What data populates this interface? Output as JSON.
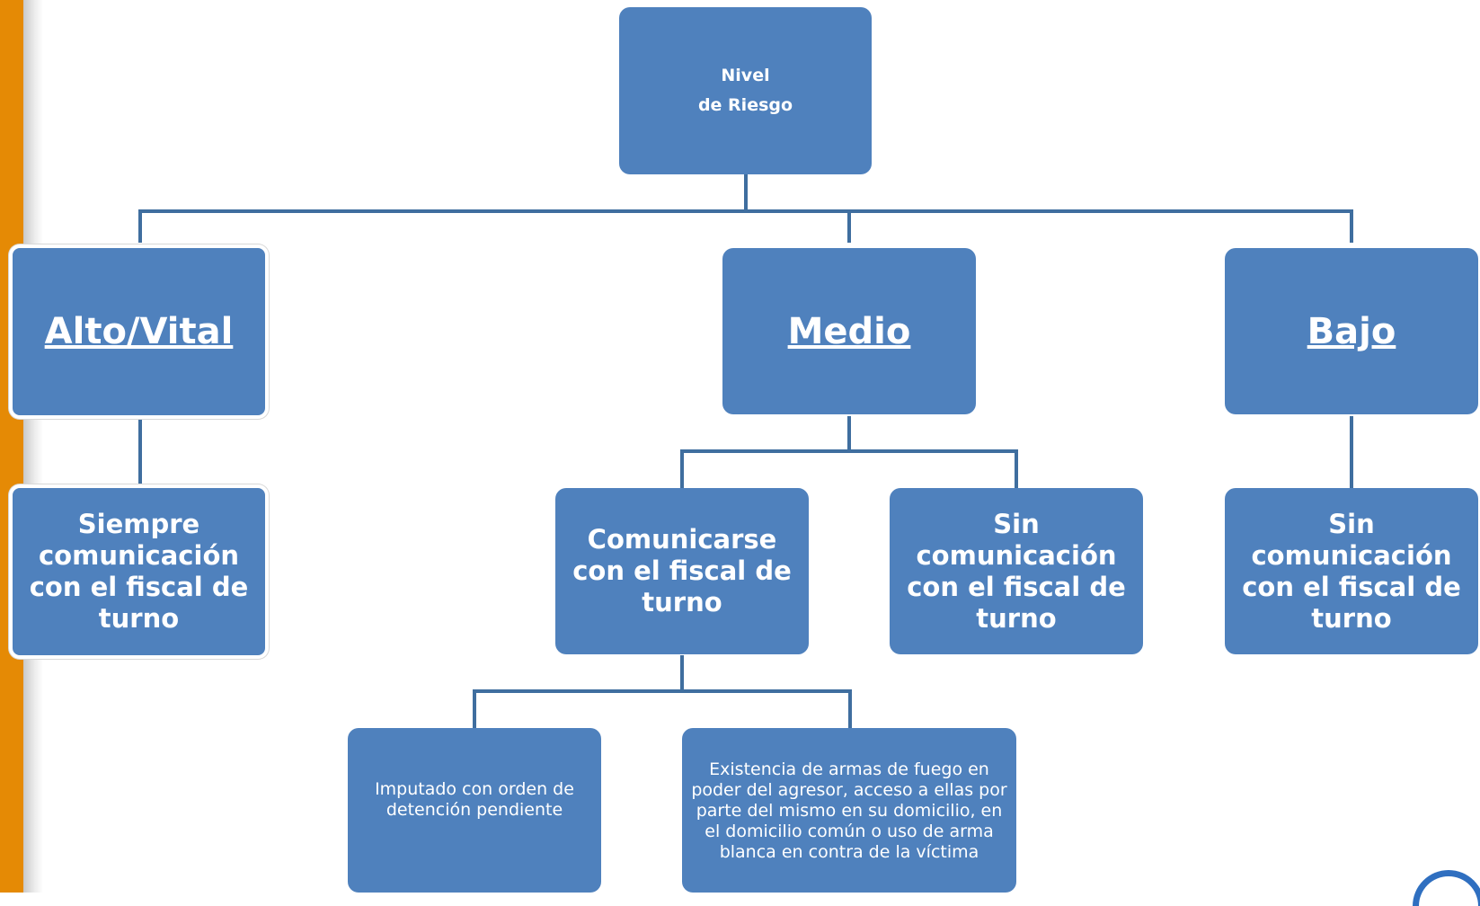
{
  "root": {
    "line1": "Nivel",
    "line2": "de Riesgo"
  },
  "levels": {
    "alto": "Alto/Vital",
    "medio": "Medio",
    "bajo": "Bajo"
  },
  "actions": {
    "alto": "Siempre comunicación con el fiscal de turno",
    "medio_comunicarse": "Comunicarse con el fiscal de turno",
    "medio_sin": "Sin comunicación con el fiscal de turno",
    "bajo": "Sin comunicación con el fiscal de turno"
  },
  "details": {
    "imputado": "Imputado con orden de detención pendiente",
    "armas": "Existencia de armas de fuego en poder del agresor, acceso a ellas por parte del mismo en su domicilio, en el domicilio común o uso de arma blanca en contra de la víctima"
  },
  "colors": {
    "node_fill": "#4f81bd",
    "connector": "#3f6e9f",
    "sidebar": "#e58a05"
  }
}
